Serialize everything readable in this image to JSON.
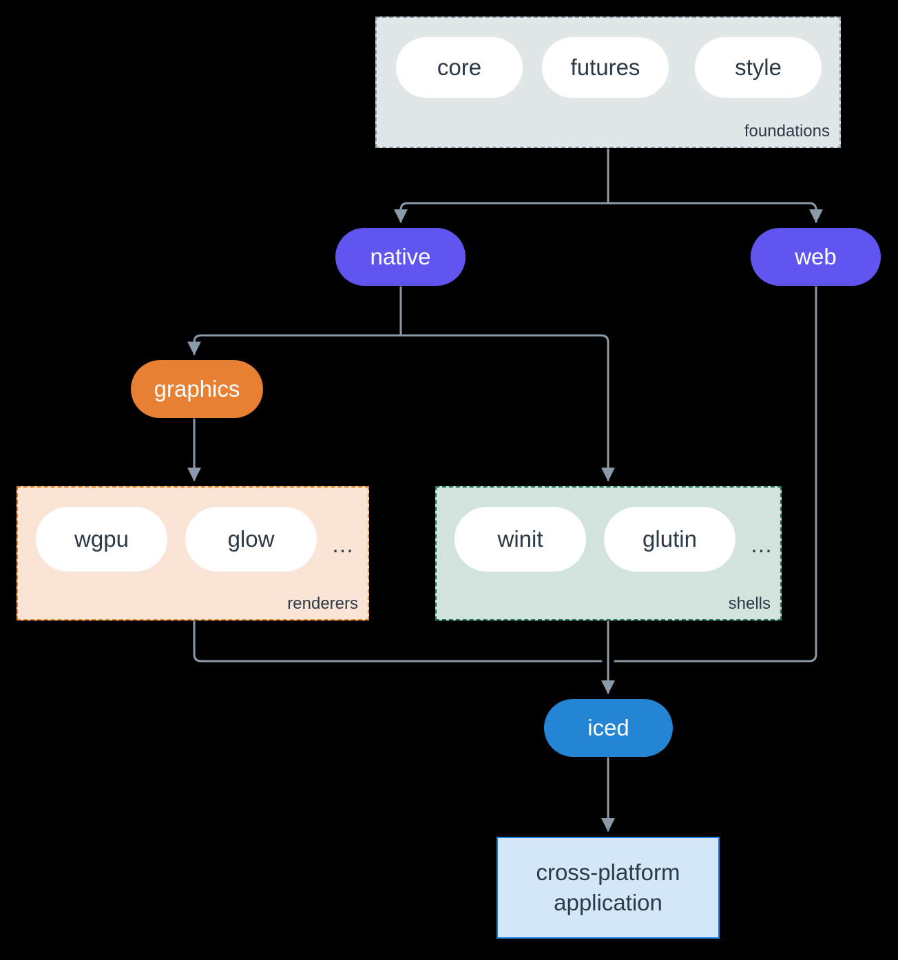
{
  "diagram": {
    "type": "architecture-flow",
    "background": "#000000",
    "edge_color": "#8b9aa8",
    "clusters": [
      {
        "id": "foundations",
        "label": "foundations",
        "fill": "#e1e6e9",
        "border": "#8b9aa8",
        "members": [
          "core",
          "futures",
          "style"
        ]
      },
      {
        "id": "renderers",
        "label": "renderers",
        "fill": "#fae4d6",
        "border": "#e8821e",
        "members": [
          "wgpu",
          "glow",
          "…"
        ]
      },
      {
        "id": "shells",
        "label": "shells",
        "fill": "#d2e3dd",
        "border": "#1f7a63",
        "members": [
          "winit",
          "glutin",
          "…"
        ]
      }
    ],
    "nodes": {
      "core": "core",
      "futures": "futures",
      "style": "style",
      "native": "native",
      "web": "web",
      "graphics": "graphics",
      "wgpu": "wgpu",
      "glow": "glow",
      "renderers_more": "…",
      "winit": "winit",
      "glutin": "glutin",
      "shells_more": "…",
      "iced": "iced",
      "application_line1": "cross-platform",
      "application_line2": "application"
    },
    "colors": {
      "native": "#6155ef",
      "web": "#6155ef",
      "graphics": "#e78033",
      "iced": "#2485d4",
      "application_fill": "#d4e7f9",
      "application_border": "#1f7fd6",
      "chip_fill": "#ffffff",
      "text_dark": "#2b3a46",
      "text_light": "#ffffff"
    },
    "edges": [
      {
        "from": "foundations",
        "to": "native"
      },
      {
        "from": "foundations",
        "to": "web"
      },
      {
        "from": "native",
        "to": "graphics"
      },
      {
        "from": "native",
        "to": "shells"
      },
      {
        "from": "graphics",
        "to": "renderers"
      },
      {
        "from": "renderers",
        "to": "iced"
      },
      {
        "from": "shells",
        "to": "iced"
      },
      {
        "from": "web",
        "to": "iced"
      },
      {
        "from": "iced",
        "to": "application"
      }
    ]
  }
}
